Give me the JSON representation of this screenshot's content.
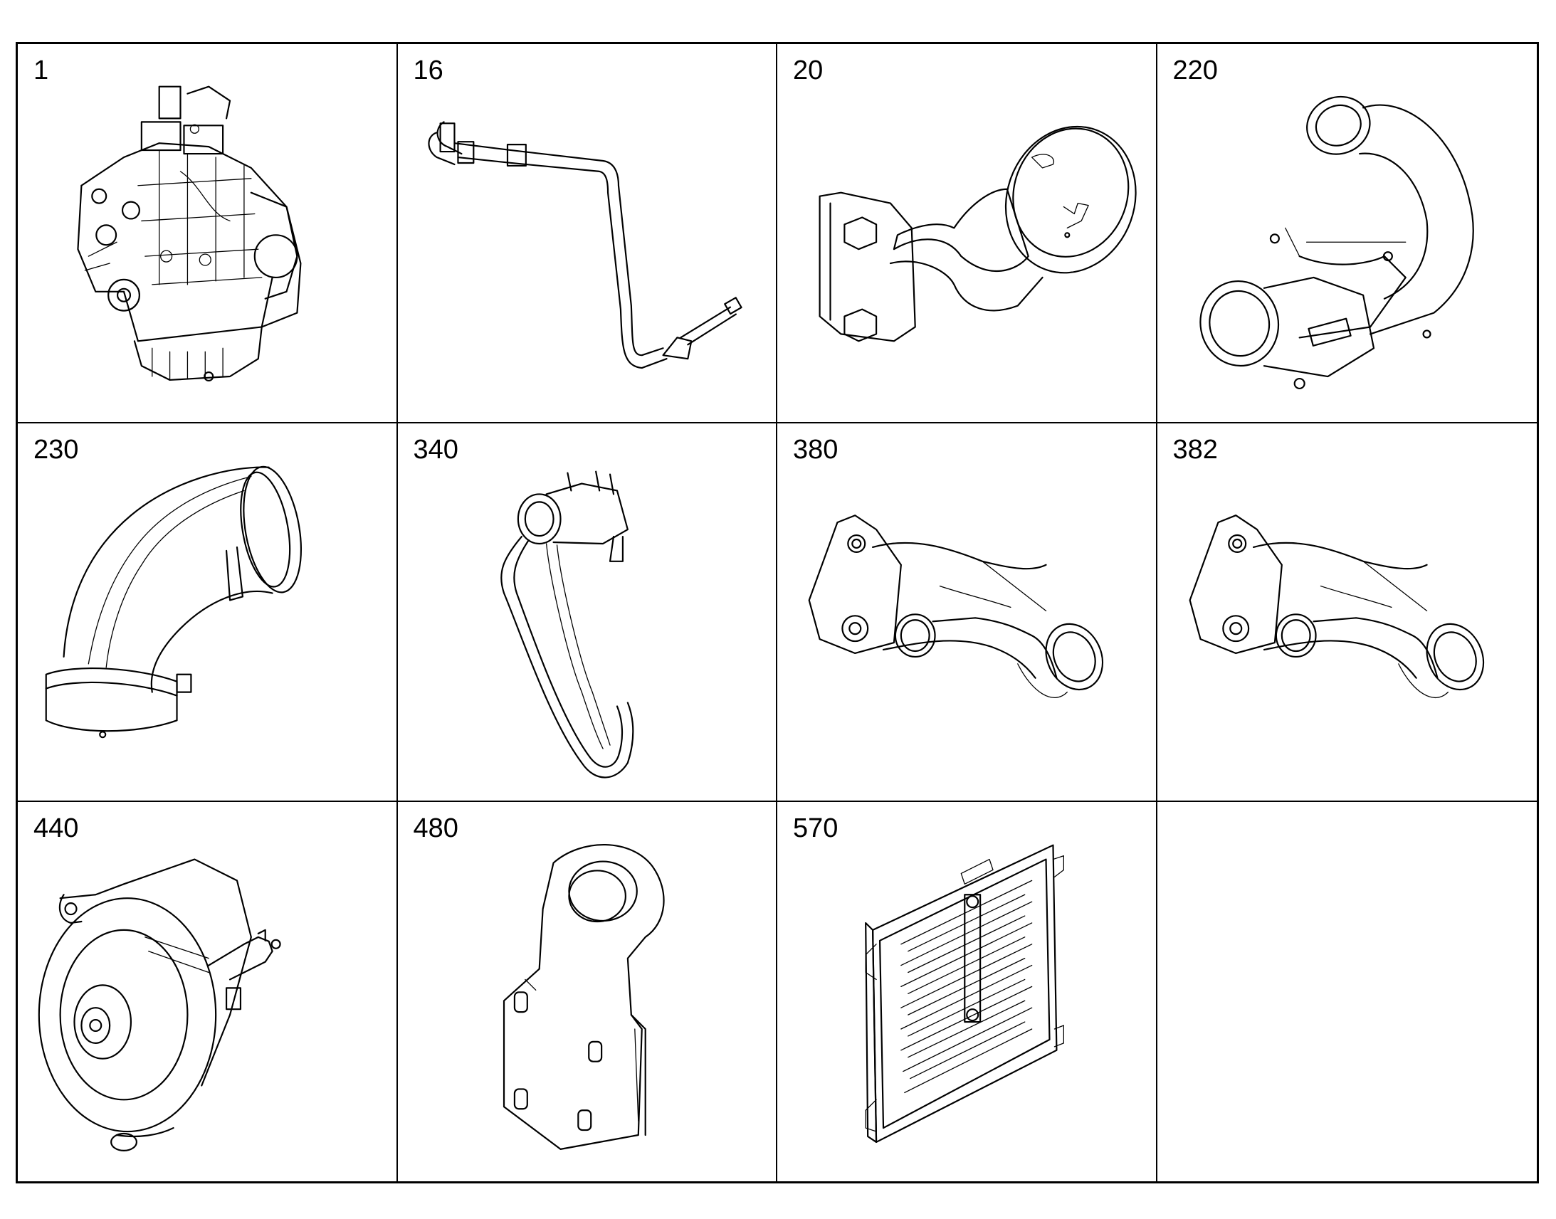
{
  "parts": [
    {
      "number": "1",
      "icon": "engine-icon"
    },
    {
      "number": "16",
      "icon": "hose-pipe-icon"
    },
    {
      "number": "20",
      "icon": "filler-neck-icon"
    },
    {
      "number": "220",
      "icon": "intake-elbow-icon"
    },
    {
      "number": "230",
      "icon": "air-hose-icon"
    },
    {
      "number": "340",
      "icon": "belt-compressor-icon"
    },
    {
      "number": "380",
      "icon": "coolant-outlet-icon"
    },
    {
      "number": "382",
      "icon": "coolant-outlet-icon"
    },
    {
      "number": "440",
      "icon": "alternator-icon"
    },
    {
      "number": "480",
      "icon": "lifting-eye-icon"
    },
    {
      "number": "570",
      "icon": "ecu-icon"
    },
    {
      "number": "",
      "icon": ""
    }
  ]
}
